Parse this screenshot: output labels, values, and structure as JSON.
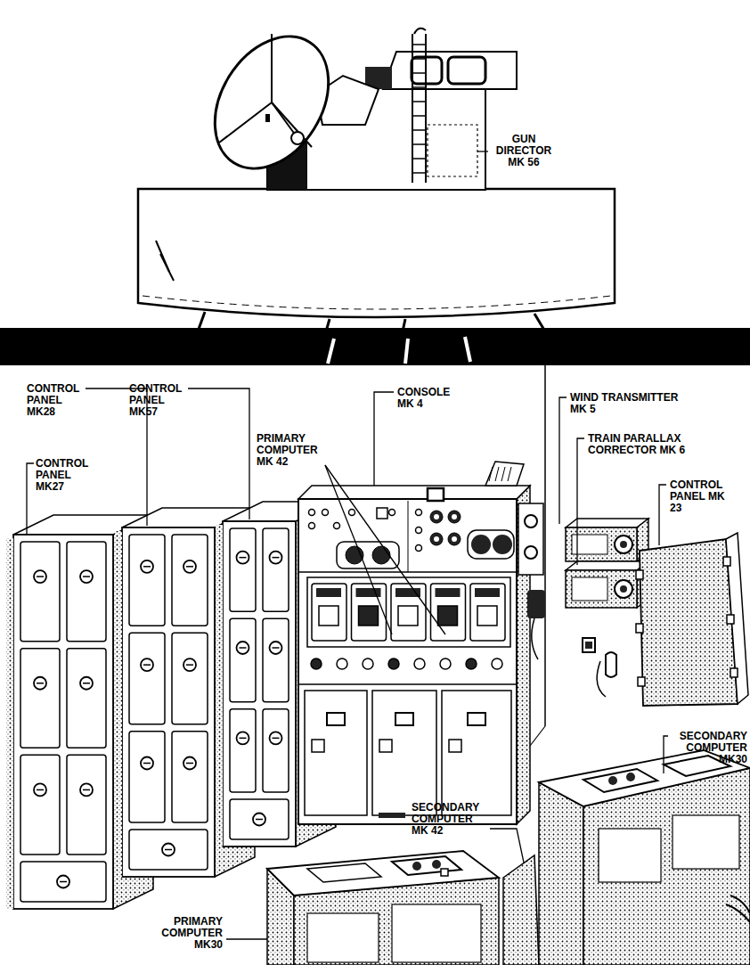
{
  "diagram": {
    "labels": [
      "GUN DIRECTOR MK 56",
      "CONTROL PANEL MK28",
      "CONTROL PANEL MK57",
      "CONSOLE MK 4",
      "WIND TRANSMITTER MK 5",
      "TRAIN PARALLAX CORRECTOR MK 6",
      "CONTROL PANEL MK27",
      "PRIMARY COMPUTER MK 42",
      "CONTROL PANEL MK 23",
      "SECONDARY COMPUTER MK30",
      "SECONDARY COMPUTER MK 42",
      "PRIMARY COMPUTER MK30"
    ]
  }
}
